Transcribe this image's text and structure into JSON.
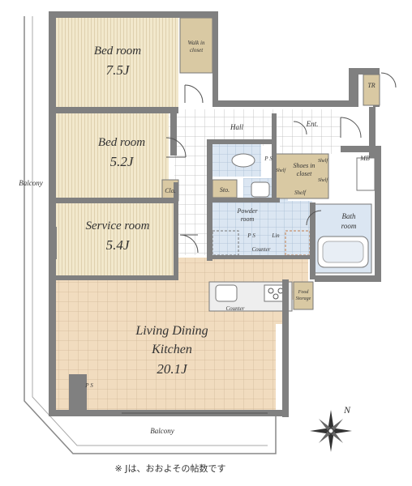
{
  "rooms": {
    "bedroom1": {
      "name": "Bed room",
      "size": "7.5J"
    },
    "bedroom2": {
      "name": "Bed room",
      "size": "5.2J"
    },
    "service": {
      "name": "Service room",
      "size": "5.4J"
    },
    "ldk": {
      "line1": "Living Dining",
      "line2": "Kitchen",
      "size": "20.1J"
    },
    "walkin": {
      "line1": "Walk in",
      "line2": "closet"
    },
    "shoes": {
      "line1": "Shoes in",
      "line2": "closet"
    },
    "powder": {
      "line1": "Powder",
      "line2": "room"
    },
    "bath": {
      "line1": "Bath",
      "line2": "room"
    }
  },
  "labels": {
    "hall": "Hall",
    "entrance": "Ent.",
    "mb": "MB",
    "tr": "TR",
    "balcony_left": "Balcony",
    "balcony_bottom": "Balcony",
    "closet": "Clo.",
    "storage": "Sto.",
    "ps": "P S",
    "ps_main": "P S",
    "ps_ldk": "P S",
    "shelf_left": "Shelf",
    "shelf_right_top": "Shelf",
    "shelf_right": "Shelf",
    "shelf_bottom": "Shelf",
    "lin": "Lin",
    "counter_powder": "Counter",
    "counter_kitchen": "Counter",
    "food_storage_line1": "Food",
    "food_storage_line2": "Storage",
    "north": "N"
  },
  "footnote": "※ Jは、おおよその帖数です",
  "colors": {
    "wall": "#808080",
    "bedroom_floor": "#f2e8cc",
    "ldk_floor": "#f1dcbf",
    "tile_floor": "#dbe6f2",
    "grid_line": "#b9b9b9",
    "closet": "#d9c9a3"
  }
}
